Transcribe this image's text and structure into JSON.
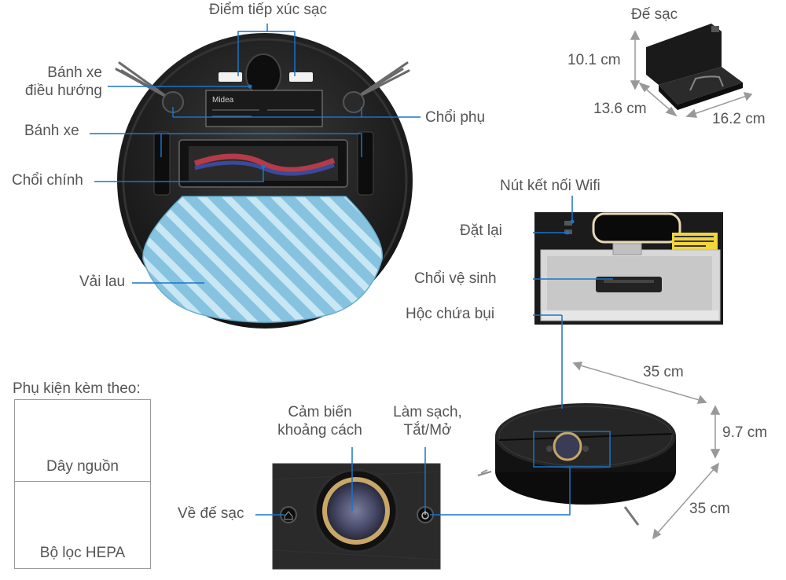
{
  "labels": {
    "charging_contacts": "Điểm tiếp xúc sạc",
    "nav_wheel": [
      "Bánh xe",
      "điều hướng"
    ],
    "side_brush": "Chổi phụ",
    "wheel": "Bánh xe",
    "main_brush": "Chổi chính",
    "mop_cloth": "Vải lau",
    "dock": "Đế sạc",
    "dock_height": "10.1 cm",
    "dock_depth": "13.6 cm",
    "dock_width": "16.2 cm",
    "wifi_button": "Nút kết nối Wifi",
    "reset": "Đặt lại",
    "cleaning_brush": "Chổi vệ sinh",
    "dust_bin": "Hộc chứa bụi",
    "robot_width": "35 cm",
    "robot_height": "9.7 cm",
    "robot_depth": "35 cm",
    "distance_sensor": [
      "Cảm biến",
      "khoảng cách"
    ],
    "clean_power": [
      "Làm sạch,",
      "Tắt/Mở"
    ],
    "return_dock": "Về đế sạc",
    "accessories_title": "Phụ kiện kèm theo:",
    "power_cord": "Dây nguồn",
    "hepa_filter": "Bộ lọc HEPA"
  },
  "colors": {
    "leader_line": "#1a73c8",
    "dimension_line": "#999999",
    "label_text": "#555555",
    "robot_body": "#1f1f1f",
    "mop_cloth": "#8fc9e6",
    "gold_accent": "#c9a766"
  },
  "icons": {
    "sticker_logo": "midea-logo",
    "power_button": "power-icon",
    "home_button": "home-icon"
  },
  "sticker": {
    "brand": "Midea"
  }
}
